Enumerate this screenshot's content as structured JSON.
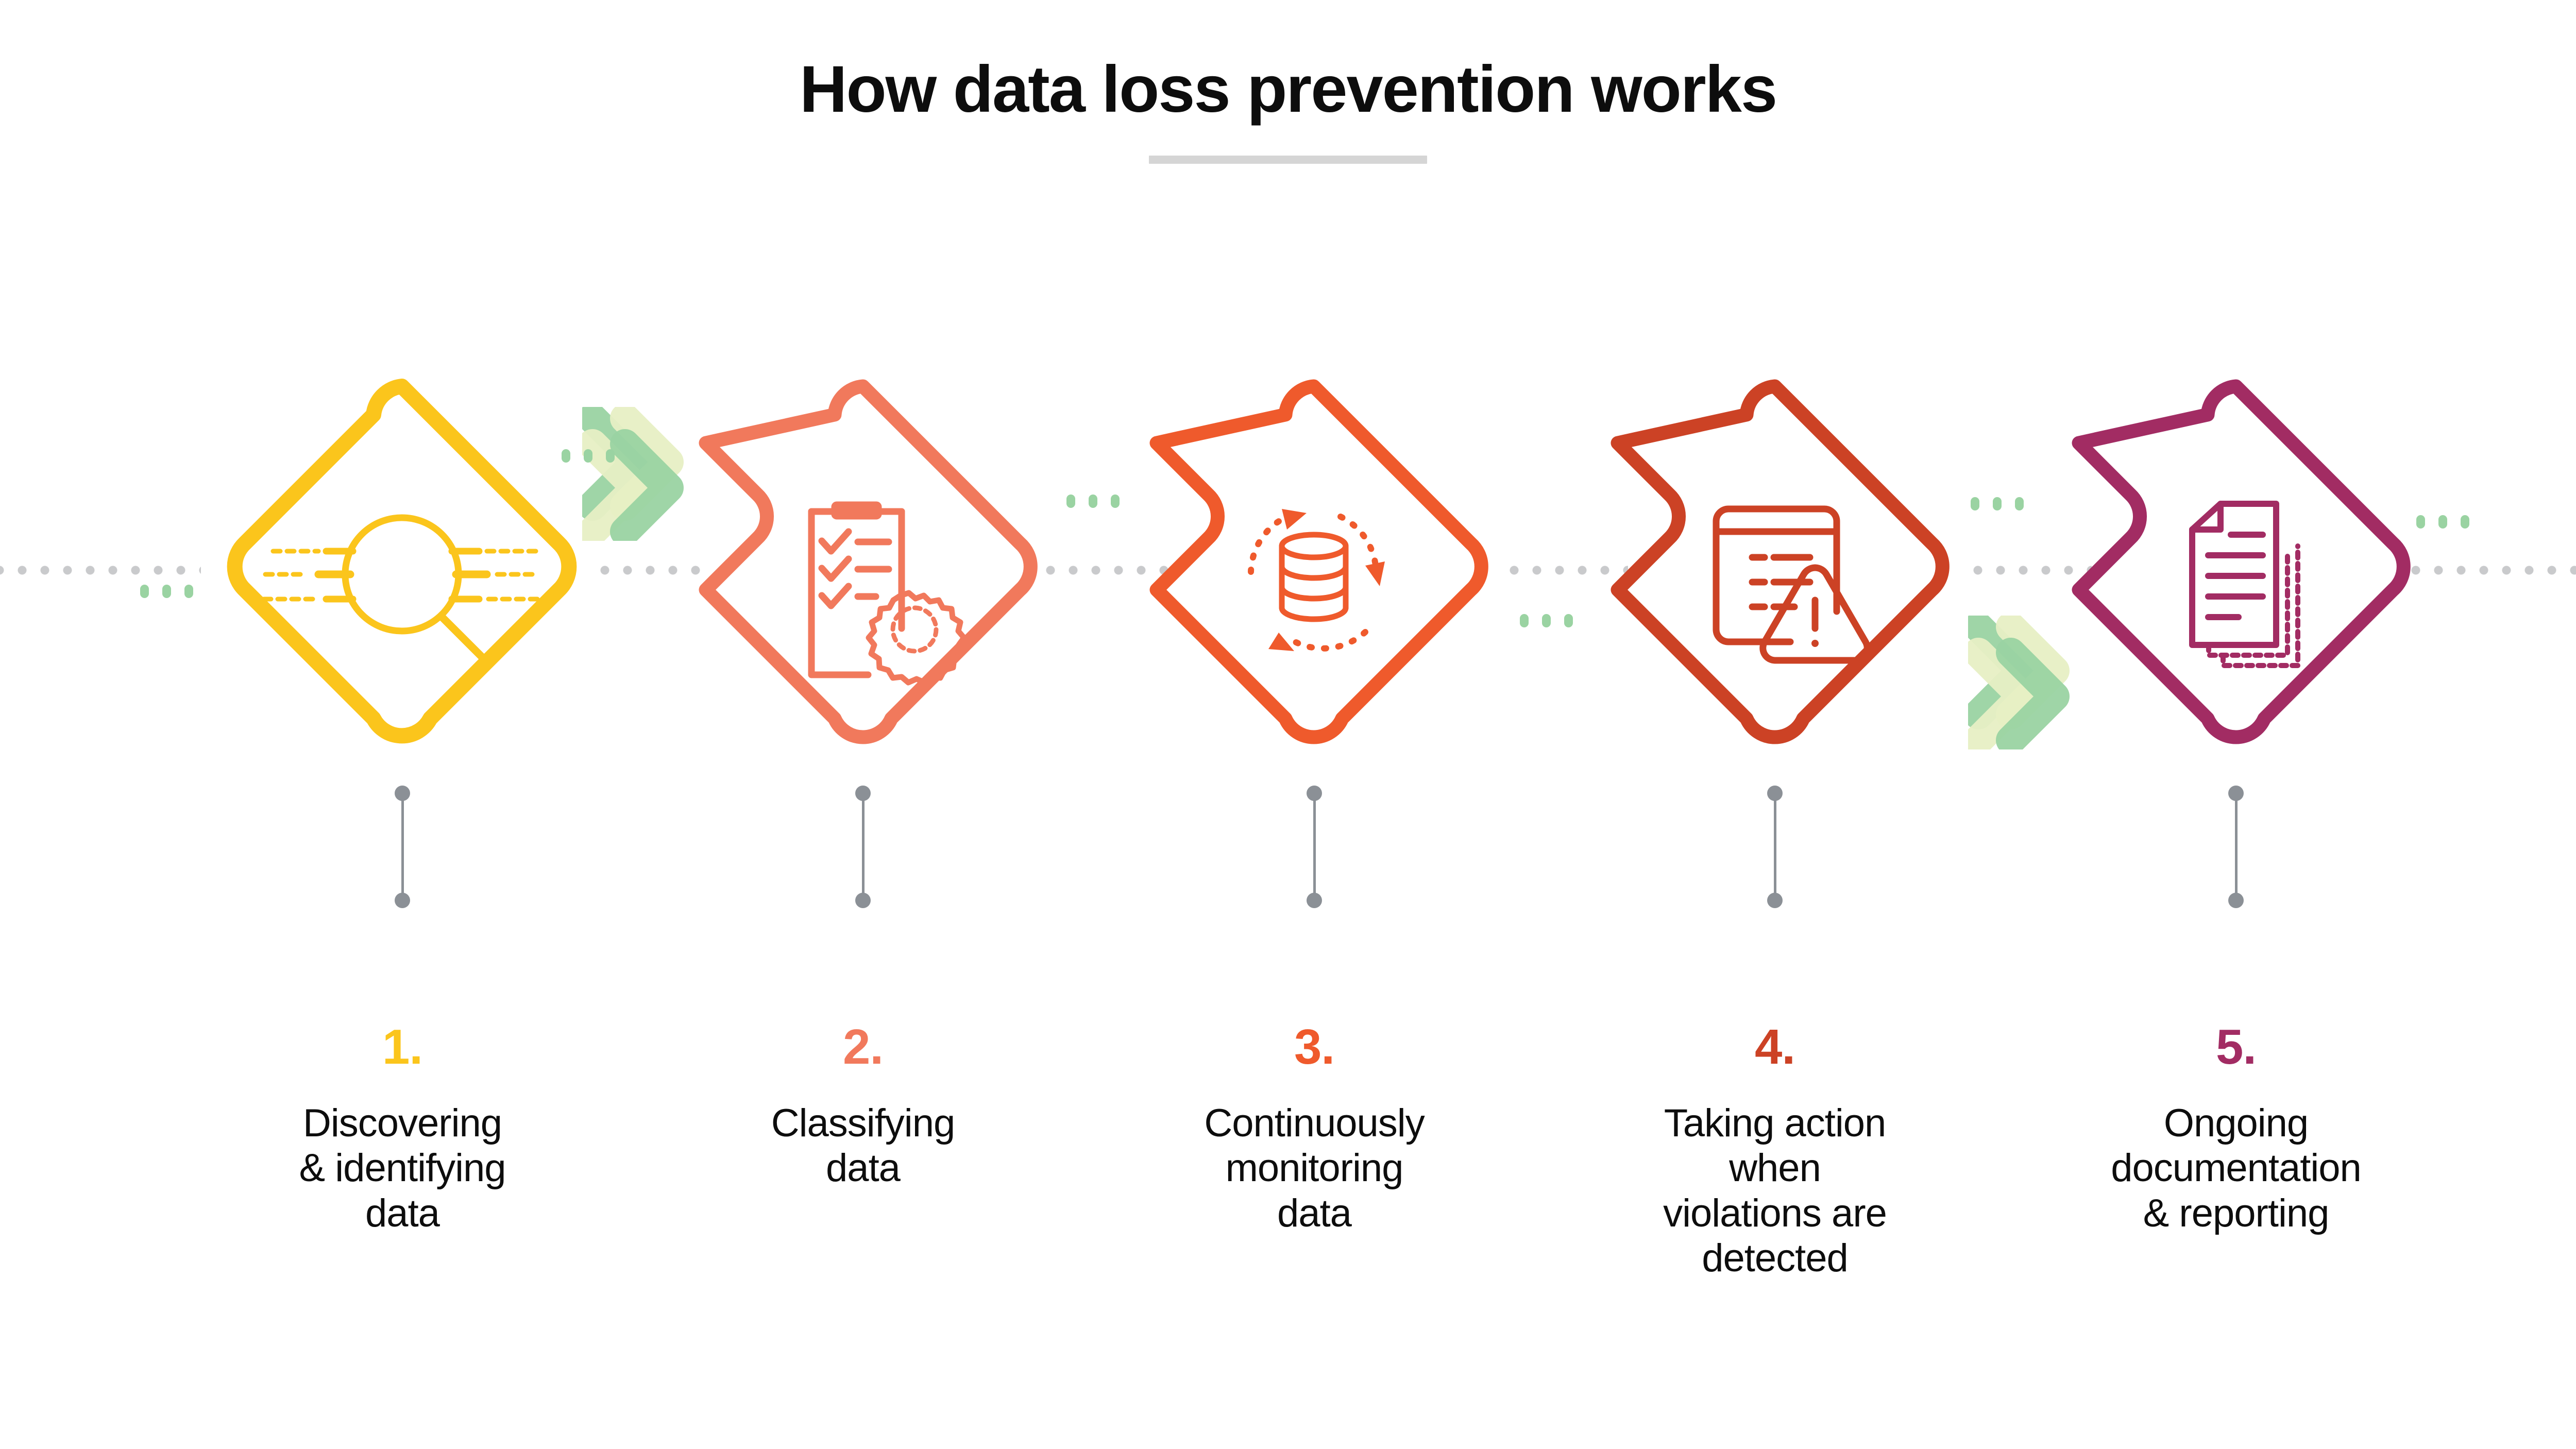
{
  "header": {
    "title": "How data loss prevention works",
    "rule_color": "#d5d5d5"
  },
  "palette": {
    "step1": "#fbc51c",
    "step2": "#f1795c",
    "step3": "#ef5a2c",
    "step4": "#cc4225",
    "step5": "#a22c63",
    "rail_gray": "#c9cacc",
    "stem_gray": "#8b9096",
    "green_mid": "#9ad3a2",
    "green_pale": "#e7efc4",
    "text_black": "#0d0d0d"
  },
  "steps": [
    {
      "number": "1.",
      "label": "Discovering\n& identifying\ndata",
      "label_lines": [
        "Discovering",
        "& identifying",
        "data"
      ],
      "color": "#fbc51c",
      "icon": "magnifying-glass-scan-icon",
      "shape": "diamond-plain"
    },
    {
      "number": "2.",
      "label": "Classifying\ndata",
      "label_lines": [
        "Classifying",
        "data"
      ],
      "color": "#f1795c",
      "icon": "clipboard-checklist-seal-icon",
      "shape": "diamond-notched"
    },
    {
      "number": "3.",
      "label": "Continuously\nmonitoring\ndata",
      "label_lines": [
        "Continuously",
        "monitoring",
        "data"
      ],
      "color": "#ef5a2c",
      "icon": "database-refresh-icon",
      "shape": "diamond-notched"
    },
    {
      "number": "4.",
      "label": "Taking action\nwhen\nviolations are\ndetected",
      "label_lines": [
        "Taking action",
        "when",
        "violations are",
        "detected"
      ],
      "color": "#cc4225",
      "icon": "window-list-warning-icon",
      "shape": "diamond-notched"
    },
    {
      "number": "5.",
      "label": "Ongoing\ndocumentation\n& reporting",
      "label_lines": [
        "Ongoing",
        "documentation",
        "& reporting"
      ],
      "color": "#a22c63",
      "icon": "document-copies-icon",
      "shape": "diamond-notched"
    }
  ],
  "connectors": {
    "chevron_count": 2,
    "green_dot_clusters": 6,
    "rail_segments": 6
  },
  "chart_data": {
    "type": "diagram",
    "title": "How data loss prevention works",
    "flow": "left-to-right 5-stage process",
    "stages": [
      "Discovering & identifying data",
      "Classifying data",
      "Continuously monitoring data",
      "Taking action when violations are detected",
      "Ongoing documentation & reporting"
    ]
  }
}
